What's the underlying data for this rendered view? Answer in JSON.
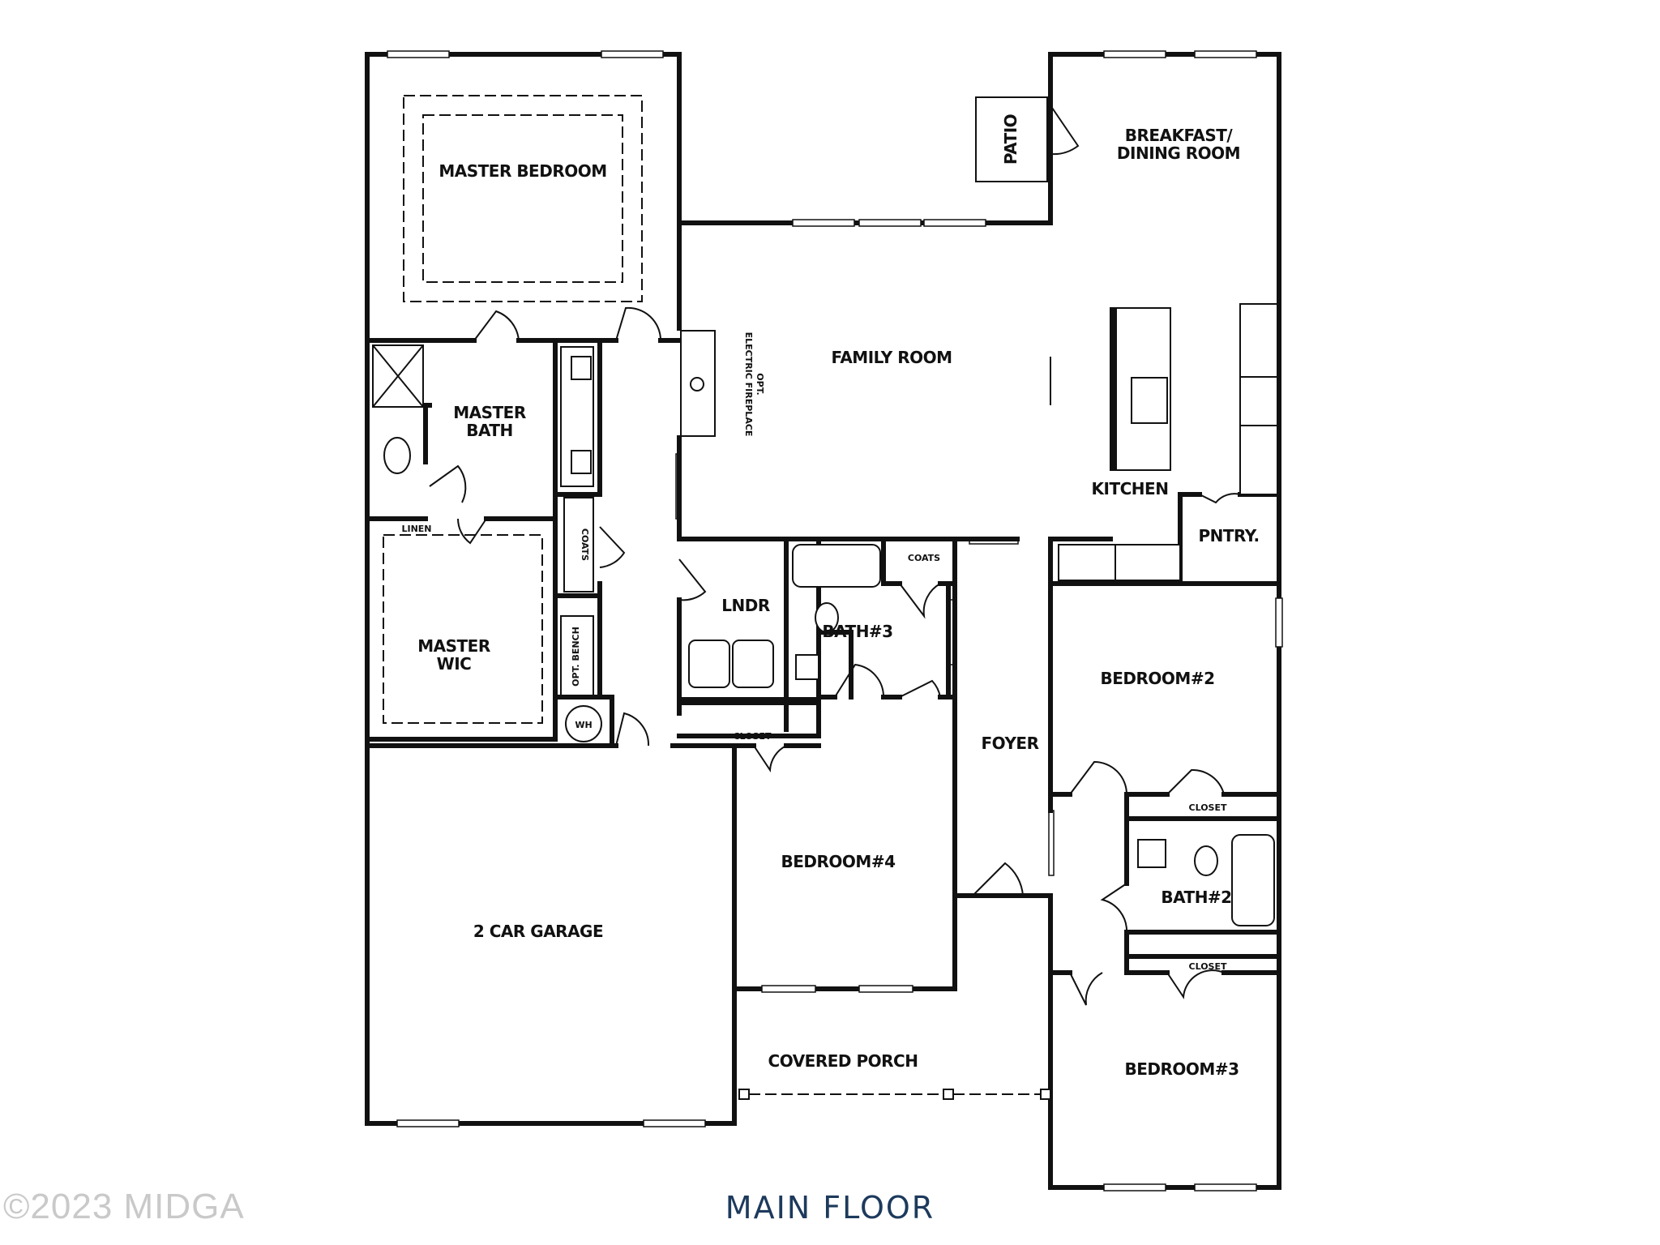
{
  "floor_title": "MAIN FLOOR",
  "copyright": "©2023 MIDGA",
  "rooms": {
    "master_bedroom": "MASTER BEDROOM",
    "patio": "PATIO",
    "breakfast_1": "BREAKFAST/",
    "breakfast_2": "DINING ROOM",
    "family_room": "FAMILY ROOM",
    "fireplace_1": "OPT.",
    "fireplace_2": "ELECTRIC FIREPLACE",
    "master_bath_1": "MASTER",
    "master_bath_2": "BATH",
    "linen": "LINEN",
    "coats_hall": "COATS",
    "master_wic_1": "MASTER",
    "master_wic_2": "WIC",
    "opt_bench": "OPT. BENCH",
    "water_heater": "WH",
    "laundry": "LNDR",
    "bath3": "BATH#3",
    "coats_foyer": "COATS",
    "closet_laundry": "CLOSET",
    "kitchen": "KITCHEN",
    "pantry": "PNTRY.",
    "foyer": "FOYER",
    "bedroom2": "BEDROOM#2",
    "closet_b2": "CLOSET",
    "bath2": "BATH#2",
    "closet_b3": "CLOSET",
    "bedroom3": "BEDROOM#3",
    "bedroom4": "BEDROOM#4",
    "garage": "2 CAR GARAGE",
    "porch": "COVERED PORCH"
  }
}
